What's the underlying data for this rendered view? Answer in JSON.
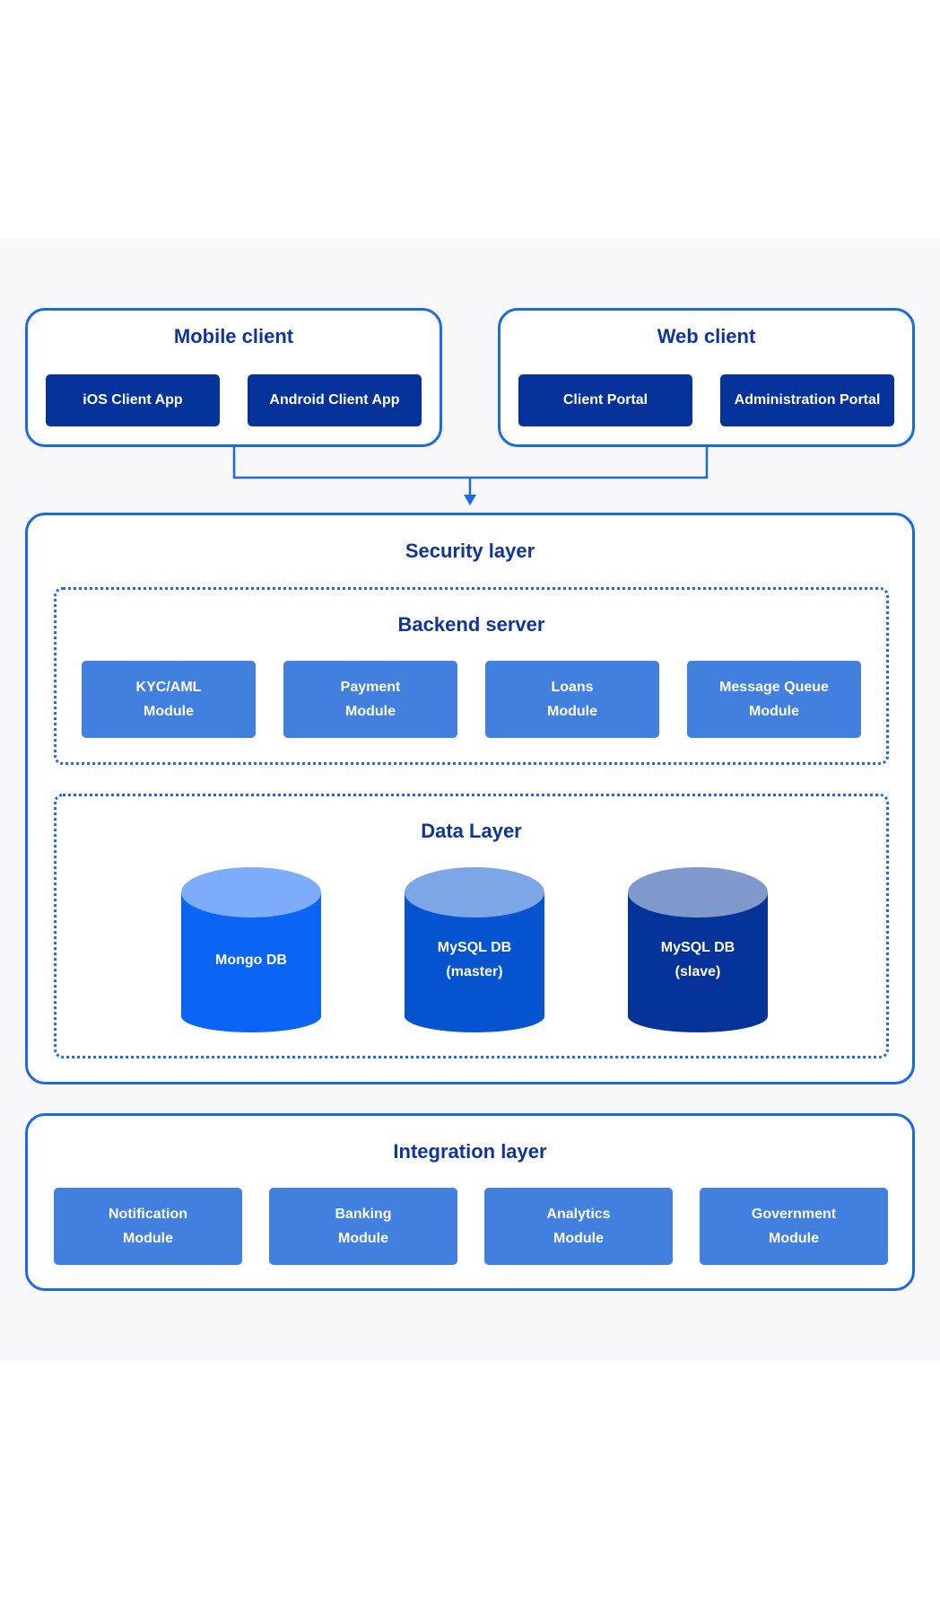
{
  "colors": {
    "accent": "#1a6ae8",
    "title": "#0f3596",
    "dark_button": "#06339a",
    "module": "#4180de",
    "background": "#f8f8fc"
  },
  "mobile_client": {
    "title": "Mobile client",
    "items": [
      "iOS Client App",
      "Android Client App"
    ]
  },
  "web_client": {
    "title": "Web client",
    "items": [
      "Client Portal",
      "Administration Portal"
    ]
  },
  "security_layer": {
    "title": "Security layer",
    "backend_server": {
      "title": "Backend server",
      "modules": [
        {
          "line1": "KYC/AML",
          "line2": "Module"
        },
        {
          "line1": "Payment",
          "line2": "Module"
        },
        {
          "line1": "Loans",
          "line2": "Module"
        },
        {
          "line1": "Message Queue",
          "line2": "Module"
        }
      ]
    },
    "data_layer": {
      "title": "Data Layer",
      "databases": [
        {
          "line1": "Mongo DB",
          "line2": "",
          "top_color": "#7dadfa",
          "body_color": "#0a65f5"
        },
        {
          "line1": "MySQL DB",
          "line2": "(master)",
          "top_color": "#7da6e6",
          "body_color": "#0754d0"
        },
        {
          "line1": "MySQL DB",
          "line2": "(slave)",
          "top_color": "#7f99cd",
          "body_color": "#06339a"
        }
      ]
    }
  },
  "integration_layer": {
    "title": "Integration layer",
    "modules": [
      {
        "line1": "Notification",
        "line2": "Module"
      },
      {
        "line1": "Banking",
        "line2": "Module"
      },
      {
        "line1": "Analytics",
        "line2": "Module"
      },
      {
        "line1": "Government",
        "line2": "Module"
      }
    ]
  }
}
